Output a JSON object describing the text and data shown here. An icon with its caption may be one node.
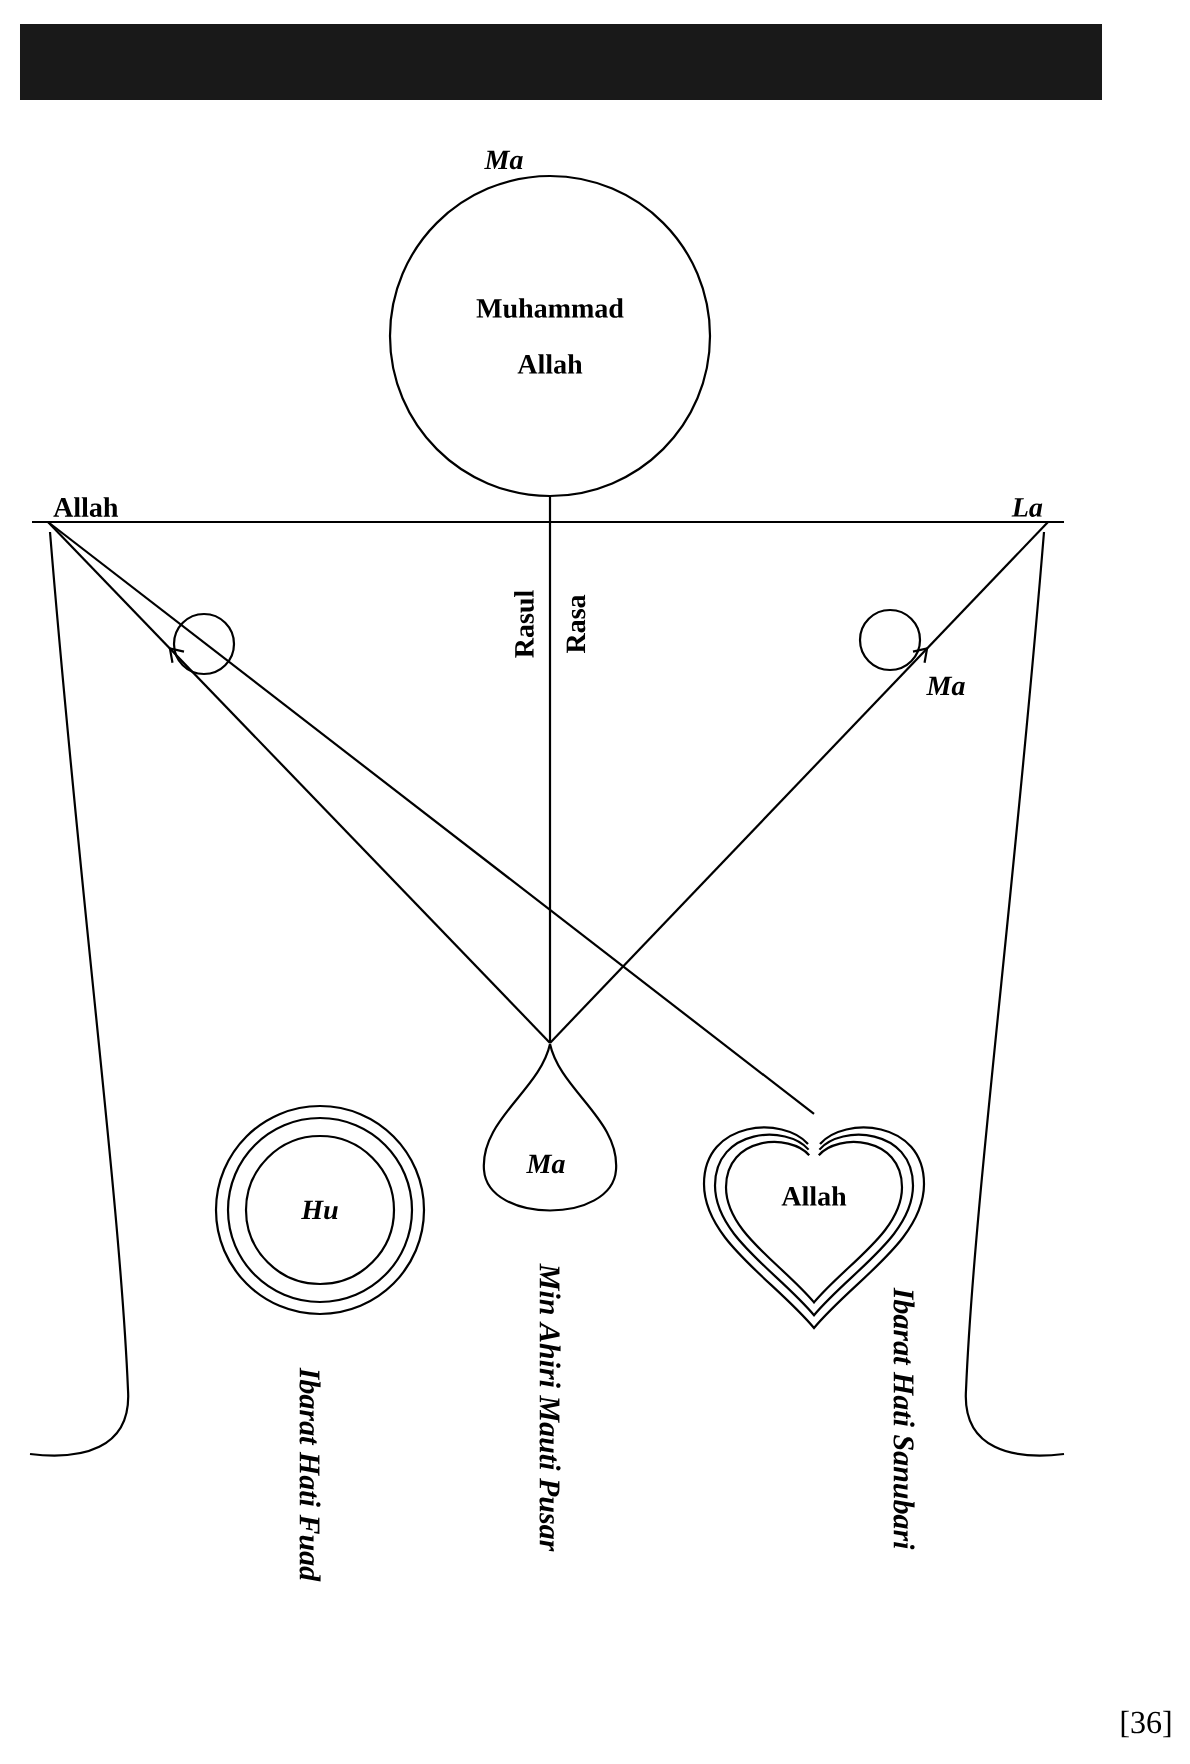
{
  "diagram": {
    "nodes": [
      {
        "text": [
          "Muhammad",
          "Allah"
        ],
        "beside": [
          "Ma"
        ]
      },
      {
        "text": [
          "Ma"
        ],
        "beside": [
          "Min Ahiri Mauti Pusar"
        ]
      },
      {
        "text": [
          "Hu"
        ],
        "beside": [
          "Ibarat Hati Fuad"
        ]
      },
      {
        "text": [
          "Allah"
        ],
        "beside": [
          "Ibarat Hati Sanubari"
        ]
      },
      {
        "text": [
          "Allah"
        ]
      },
      {
        "text": [
          "La"
        ]
      }
    ],
    "edges": [
      {
        "from": 0,
        "to": 1,
        "arrow": "none",
        "label": "Rasul"
      },
      {
        "from": 1,
        "to": 4,
        "arrow": "to"
      },
      {
        "from": 1,
        "to": 5,
        "arrow": "to",
        "label": "Ma"
      },
      {
        "from": 3,
        "to": 4,
        "arrow": "none"
      },
      {
        "from": 4,
        "to": 5,
        "arrow": "none"
      }
    ],
    "labels": [
      "Rasa",
      "[36]"
    ]
  }
}
